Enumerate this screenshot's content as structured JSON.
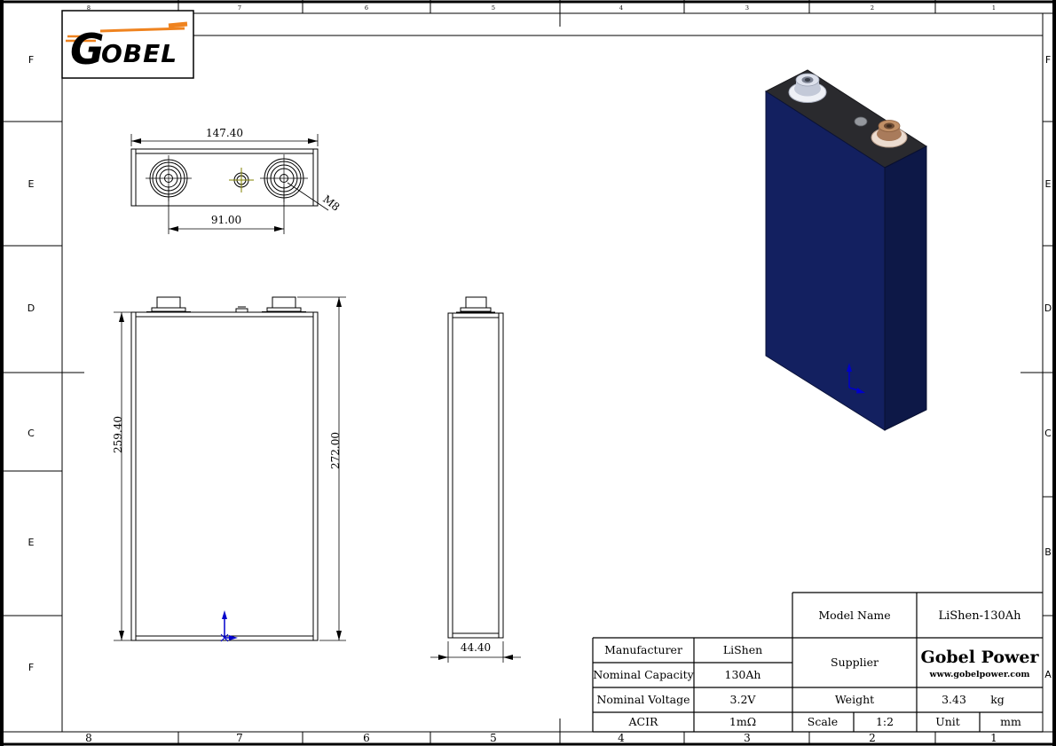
{
  "logo": {
    "letter_g": "G",
    "rest": "OBEL",
    "color": "#EF831F"
  },
  "border": {
    "top_labels": [
      "8",
      "7",
      "6",
      "5",
      "4",
      "3",
      "2",
      "1"
    ],
    "bottom_labels": [
      "8",
      "7",
      "6",
      "5",
      "4",
      "3",
      "2",
      "1"
    ],
    "left_labels": [
      "F",
      "E",
      "D",
      "C",
      "E",
      "F"
    ],
    "right_labels": [
      "F",
      "E",
      "D",
      "C",
      "B",
      "A"
    ]
  },
  "views": {
    "top_view": {
      "dim_width": "147.40",
      "dim_pitch": "91.00",
      "thread_callout": "M8"
    },
    "front_view": {
      "dim_body_height": "259.40",
      "dim_total_height": "272.00"
    },
    "side_view": {
      "dim_thickness": "44.40"
    }
  },
  "render_3d": {
    "front_color": "#132060",
    "side_color": "#0d1847",
    "top_color": "#2a2a2e",
    "negative_terminal_color": "#bfc6d6",
    "positive_terminal_color": "#a97b5b",
    "axis_color": "#0000cc"
  },
  "title_block": {
    "model_name_label": "Model Name",
    "model_name_value": "LiShen-130Ah",
    "manufacturer_label": "Manufacturer",
    "manufacturer_value": "LiShen",
    "nominal_capacity_label": "Nominal Capacity",
    "nominal_capacity_value": "130Ah",
    "nominal_voltage_label": "Nominal Voltage",
    "nominal_voltage_value": "3.2V",
    "acir_label": "ACIR",
    "acir_value": "1mΩ",
    "supplier_label": "Supplier",
    "supplier_name": "Gobel Power",
    "supplier_url": "www.gobelpower.com",
    "weight_label": "Weight",
    "weight_value": "3.43",
    "weight_unit": "kg",
    "scale_label": "Scale",
    "scale_value": "1:2",
    "unit_label": "Unit",
    "unit_value": "mm"
  }
}
